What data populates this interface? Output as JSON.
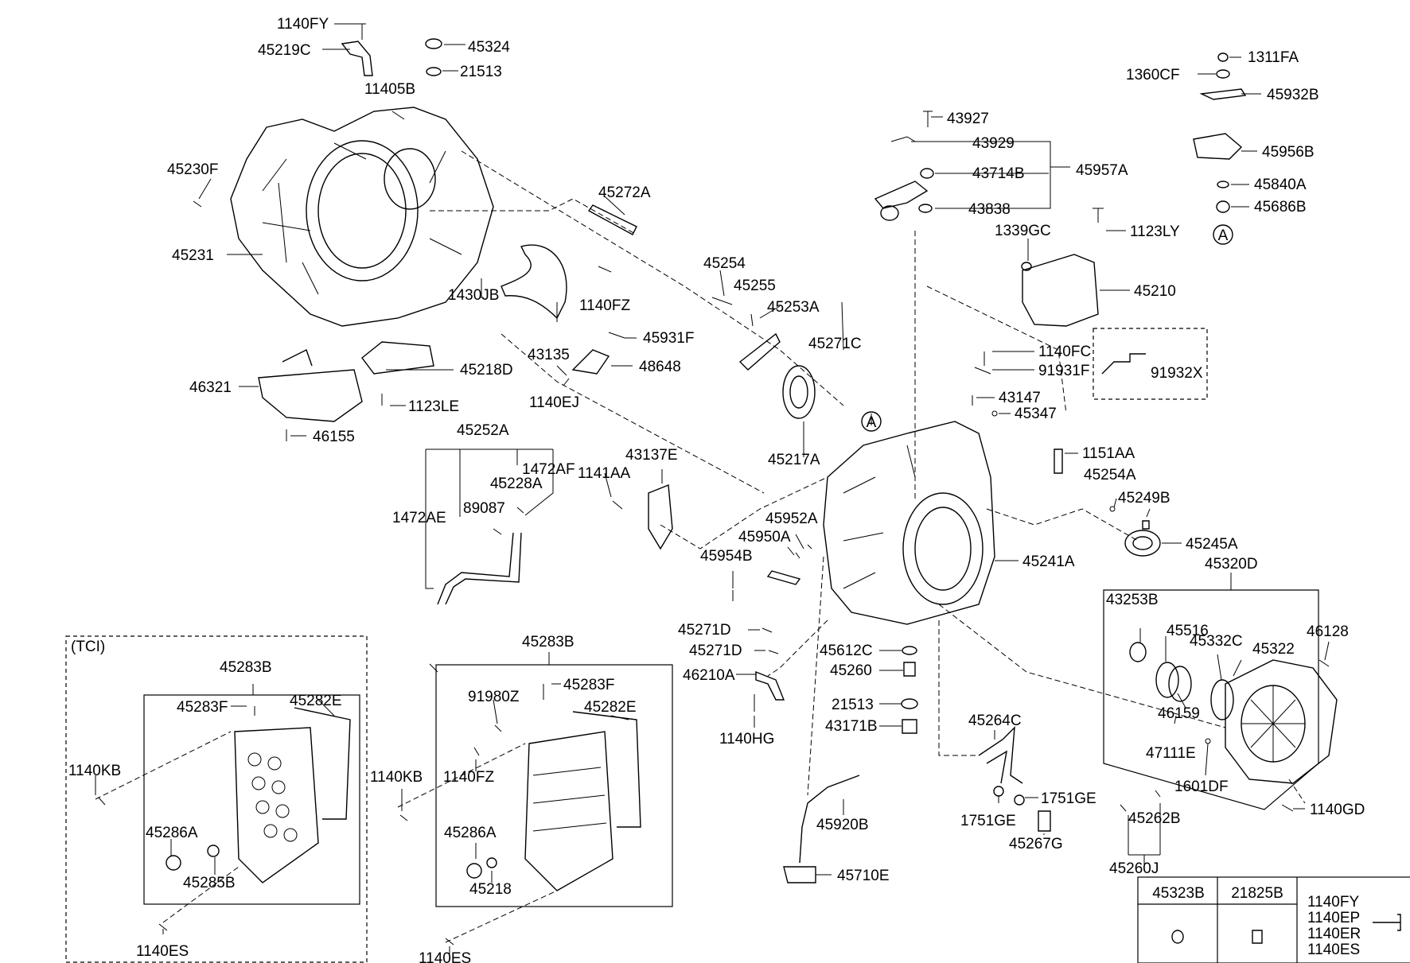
{
  "labels": {
    "l_1140FY": "1140FY",
    "l_45219C": "45219C",
    "l_45324": "45324",
    "l_21513a": "21513",
    "l_11405B": "11405B",
    "l_45230F": "45230F",
    "l_45231": "45231",
    "l_45272A": "45272A",
    "l_1430JB": "1430JB",
    "l_1140FZa": "1140FZ",
    "l_43135": "43135",
    "l_45218D": "45218D",
    "l_46321": "46321",
    "l_1123LE": "1123LE",
    "l_46155": "46155",
    "l_1140EJ": "1140EJ",
    "l_48648": "48648",
    "l_45931F": "45931F",
    "l_45254": "45254",
    "l_45255": "45255",
    "l_45253A": "45253A",
    "l_45271C": "45271C",
    "l_43927": "43927",
    "l_43929": "43929",
    "l_43714B": "43714B",
    "l_45957A": "45957A",
    "l_43838": "43838",
    "l_1311FA": "1311FA",
    "l_1360CF": "1360CF",
    "l_45932B": "45932B",
    "l_45956B": "45956B",
    "l_45840A": "45840A",
    "l_45686B": "45686B",
    "l_A1": "A",
    "l_1339GC": "1339GC",
    "l_1123LY": "1123LY",
    "l_45210": "45210",
    "l_1140FC": "1140FC",
    "l_91931F": "91931F",
    "l_91932X": "91932X",
    "l_43147": "43147",
    "l_45347": "45347",
    "l_45217A": "45217A",
    "l_A2": "A",
    "l_1151AA": "1151AA",
    "l_45254A": "45254A",
    "l_45249B": "45249B",
    "l_45245A": "45245A",
    "l_45241A": "45241A",
    "l_45252A": "45252A",
    "l_1472AF": "1472AF",
    "l_45228A": "45228A",
    "l_1472AE": "1472AE",
    "l_89087": "89087",
    "l_1141AA": "1141AA",
    "l_43137E": "43137E",
    "l_45952A": "45952A",
    "l_45950A": "45950A",
    "l_45954B": "45954B",
    "l_45320D": "45320D",
    "l_43253B": "43253B",
    "l_45516": "45516",
    "l_45332C": "45332C",
    "l_45322": "45322",
    "l_46128": "46128",
    "l_46159": "46159",
    "l_47111E": "47111E",
    "l_1601DF": "1601DF",
    "l_1140GD": "1140GD",
    "l_45262B": "45262B",
    "l_45260J": "45260J",
    "l_45271Da": "45271D",
    "l_45271Db": "45271D",
    "l_46210A": "46210A",
    "l_1140HG": "1140HG",
    "l_45612C": "45612C",
    "l_45260": "45260",
    "l_21513b": "21513",
    "l_43171B": "43171B",
    "l_45264C": "45264C",
    "l_1751GEa": "1751GE",
    "l_1751GEb": "1751GE",
    "l_45267G": "45267G",
    "l_45920B": "45920B",
    "l_45710E": "45710E",
    "l_TCI": "(TCI)",
    "l_45283Ba": "45283B",
    "l_45283Fa": "45283F",
    "l_45282Ea": "45282E",
    "l_1140KBa": "1140KB",
    "l_45286Aa": "45286A",
    "l_45285B": "45285B",
    "l_1140ESa": "1140ES",
    "l_45283Bb": "45283B",
    "l_91980Z": "91980Z",
    "l_45283Fb": "45283F",
    "l_45282Eb": "45282E",
    "l_1140KBb": "1140KB",
    "l_1140FZb": "1140FZ",
    "l_45286Ab": "45286A",
    "l_45218": "45218",
    "l_1140ESb": "1140ES"
  },
  "legend_table": {
    "headers": [
      "45323B",
      "21825B"
    ],
    "bolt_codes": [
      "1140FY",
      "1140EP",
      "1140ER",
      "1140ES"
    ]
  }
}
